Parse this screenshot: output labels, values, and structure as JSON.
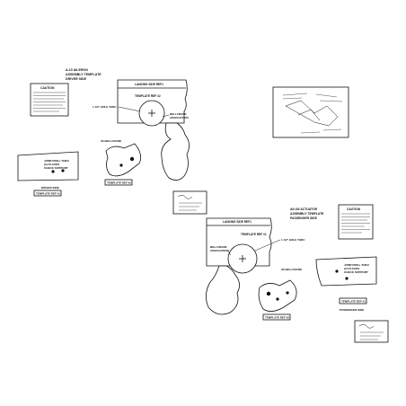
{
  "sheet": {
    "left_title": [
      "A-10 AILERON",
      "ASSEMBLY TEMPLATE",
      "DRIVER SIDE"
    ],
    "right_title": [
      "A6 /A5 ACTUATOR",
      "ASSEMBLY TEMPLATE",
      "PASSENGER SIDE"
    ],
    "caution_label": "CAUTION",
    "left_mount_plate": {
      "header": "LANDING SIDE REF1",
      "template_ref": "TEMPLATE REF #2",
      "hole_note": "1 1/2\" HOLE THRU",
      "bellcrank_note": [
        "BELLCRANK",
        "ASSOCIATION"
      ]
    },
    "right_mount_plate": {
      "header": "LANDING SIDE REF1",
      "template_ref": "TEMPLATE REF #1",
      "hole_note": "1 1/2\" HOLE THRU",
      "bellcrank_note": [
        "BELLCRANK",
        "ASSOCIATION"
      ]
    },
    "left_drill_template": {
      "lines": [
        "JUMP DRILL THRU",
        "(2) PLACES",
        "CHECK SUPPORT"
      ],
      "side": "DRIVER SIDE",
      "ref": "TEMPLATE REF #1"
    },
    "right_drill_template": {
      "lines": [
        "JUMP DRILL THRU",
        "(2) PLACES",
        "CHECK SUPPORT"
      ],
      "side": "PASSENGER SIDE",
      "ref": "TEMPLATE REF #1"
    },
    "left_bracket": {
      "note": "3X BELLCRANK",
      "ref": "TEMPLATE REF #3"
    },
    "right_bracket": {
      "note": "3X BELLCRANK",
      "ref": "TEMPLATE REF #3"
    }
  }
}
